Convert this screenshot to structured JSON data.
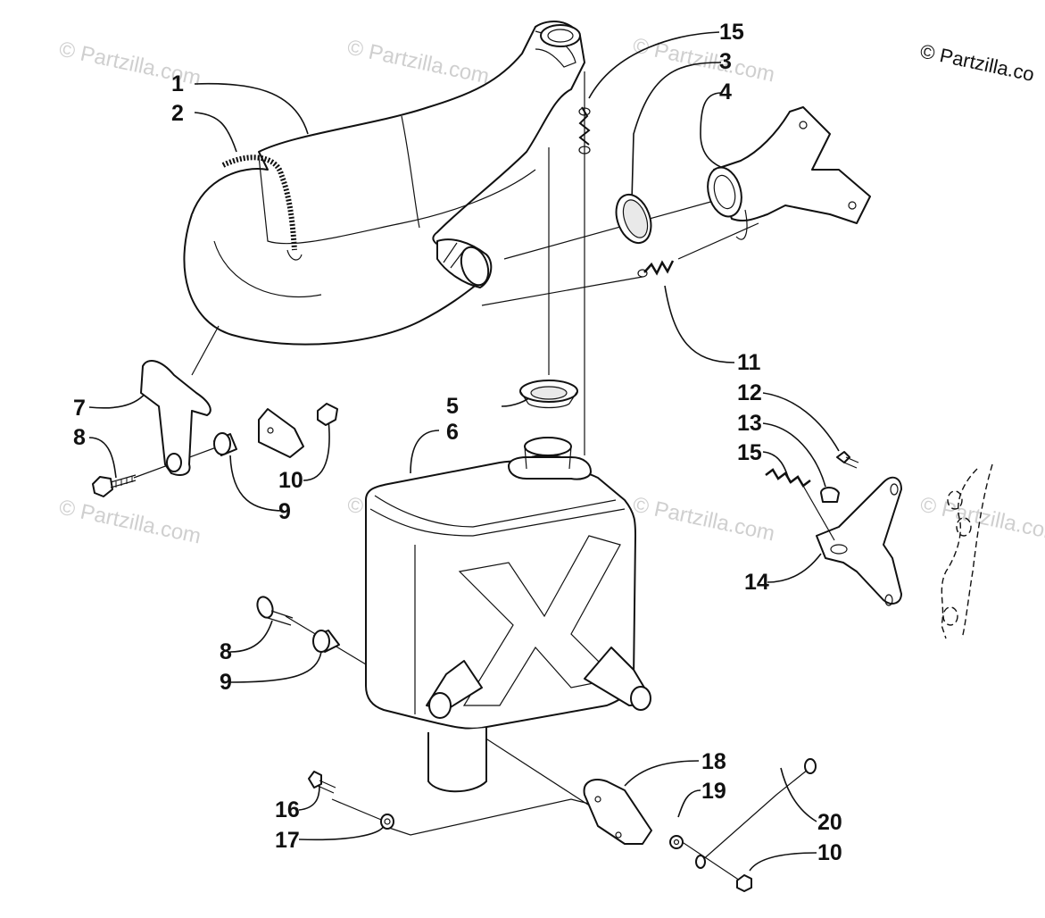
{
  "copyright": "© Partzilla.co",
  "watermark": "© Partzilla.com",
  "callouts": {
    "c1": "1",
    "c2": "2",
    "c3": "3",
    "c4": "4",
    "c5": "5",
    "c6": "6",
    "c7": "7",
    "c8a": "8",
    "c9a": "9",
    "c10a": "10",
    "c11": "11",
    "c12": "12",
    "c13": "13",
    "c15a": "15",
    "c14": "14",
    "c15b": "15",
    "c8b": "8",
    "c9b": "9",
    "c16": "16",
    "c17": "17",
    "c18": "18",
    "c19": "19",
    "c20": "20",
    "c10b": "10"
  }
}
